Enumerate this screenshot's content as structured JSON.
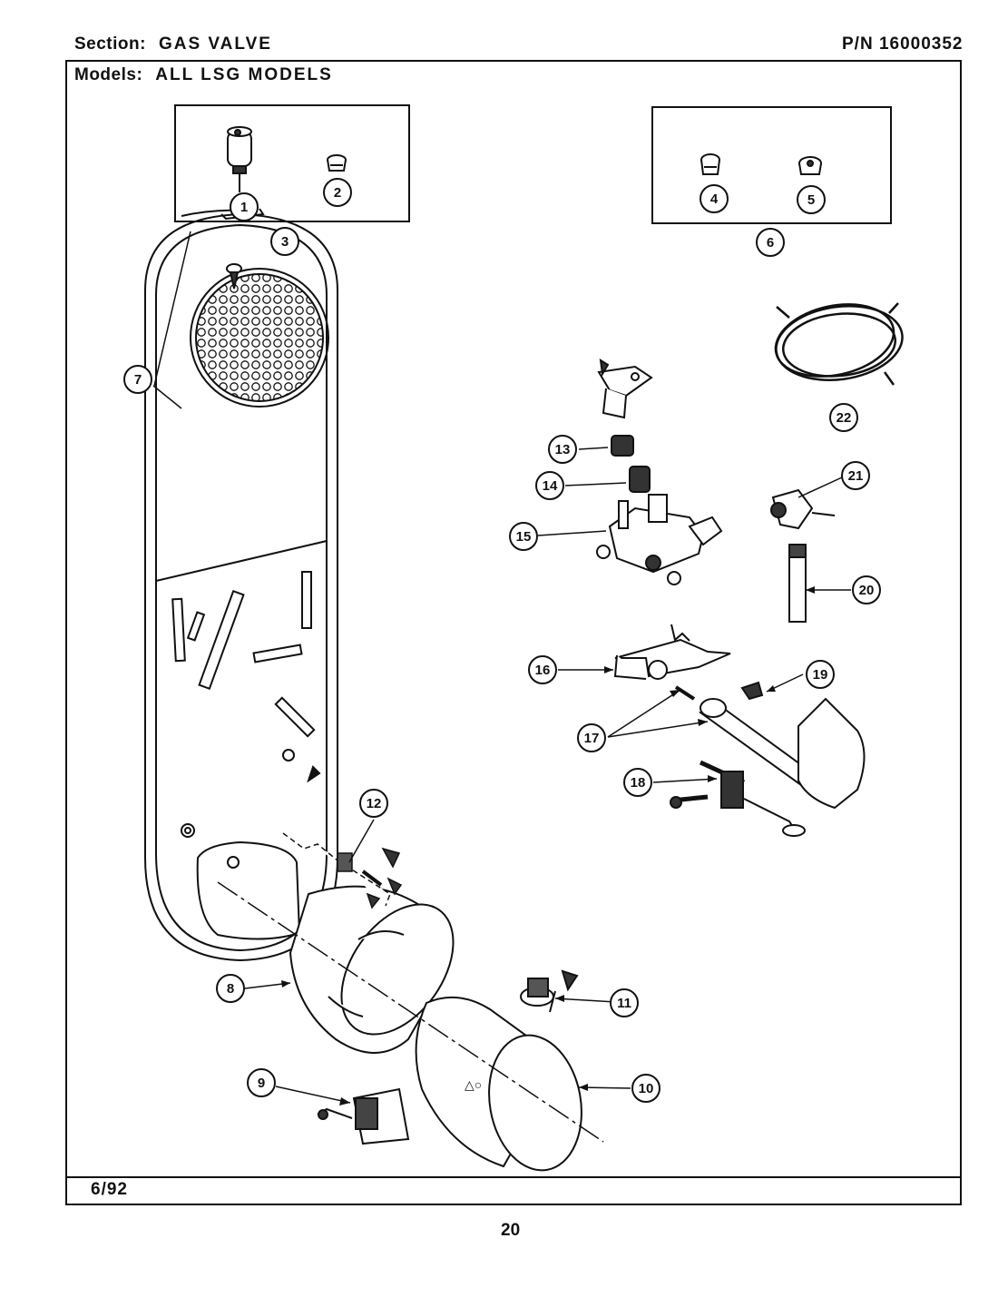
{
  "header": {
    "section_label": "Section:",
    "section_value": "GAS VALVE",
    "pn_value": "P/N 16000352",
    "models_label": "Models:",
    "models_value": "ALL LSG MODELS"
  },
  "footer": {
    "date": "6/92",
    "page_number": "20"
  },
  "callouts": [
    "1",
    "2",
    "3",
    "4",
    "5",
    "6",
    "7",
    "8",
    "9",
    "10",
    "11",
    "12",
    "13",
    "14",
    "15",
    "16",
    "17",
    "18",
    "19",
    "20",
    "21",
    "22"
  ]
}
